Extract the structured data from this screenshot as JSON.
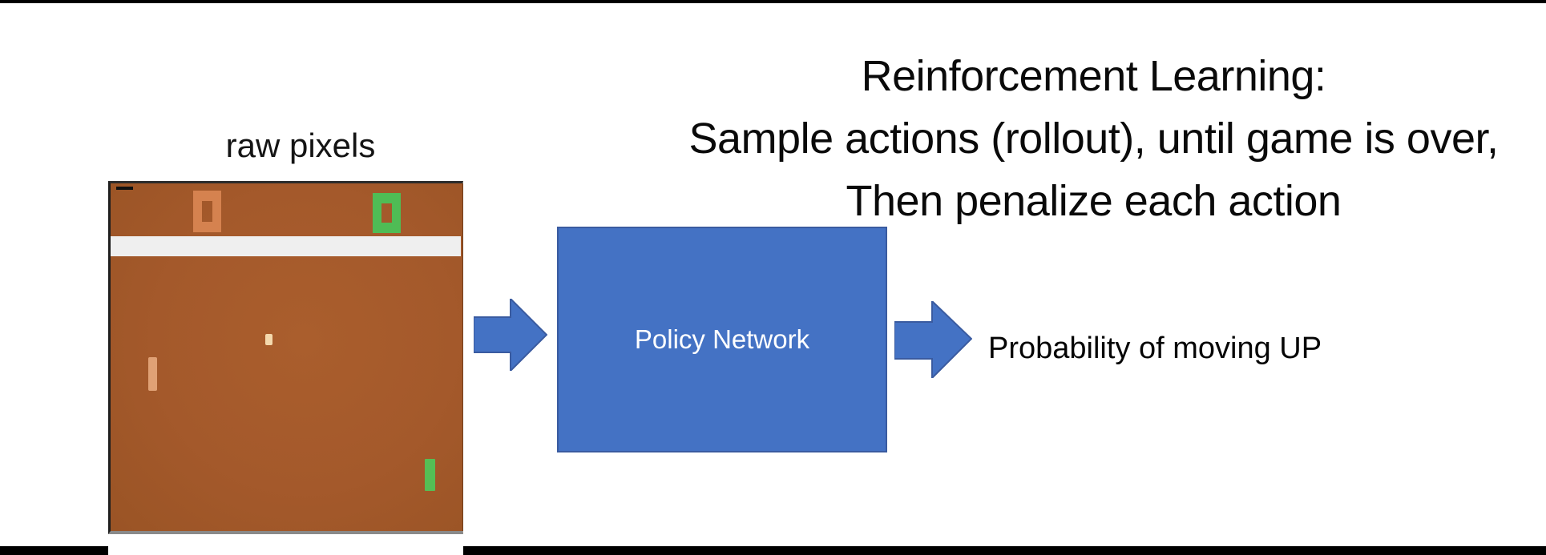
{
  "title": {
    "line1": "Reinforcement Learning:",
    "line2": "Sample actions (rollout), until game is over,",
    "line3": "Then penalize each action"
  },
  "labels": {
    "raw_pixels": "raw pixels",
    "policy_network": "Policy Network",
    "probability": "Probability of moving UP"
  },
  "game": {
    "description": "pong-screenshot",
    "left_score": "0",
    "right_score": "0"
  },
  "icons": {
    "input_arrow": "right-block-arrow",
    "output_arrow": "right-block-arrow"
  },
  "colors": {
    "accent_blue": "#4472C4",
    "accent_blue_border": "#3A5BA0",
    "field_brown": "#A4592B",
    "score_orange": "#D5824F",
    "score_green": "#4FBC55",
    "paddle_orange": "#E0A175",
    "paddle_green": "#55BE55",
    "ball_cream": "#F4D9AD",
    "white_band": "#EFEFEF",
    "bar_black": "#000000"
  }
}
